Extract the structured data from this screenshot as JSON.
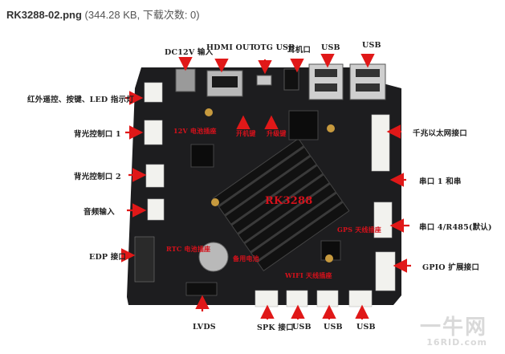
{
  "header": {
    "filename": "RK3288-02.png",
    "info": "(344.28 KB, 下载次数: 0)"
  },
  "board": {
    "chip_label": "RK3288",
    "labels": {
      "dc12v": "DC12V 输入",
      "hdmi_out": "HDMI OUT",
      "otg_usb": "OTG USB",
      "earphone": "耳机口",
      "usb_top_1": "USB",
      "usb_top_2": "USB",
      "ir_keys_led": "红外遥控、按键、LED 指示灯",
      "backlight_1": "背光控制口 1",
      "backlight_2": "背光控制口 2",
      "audio_in": "音频输入",
      "edp": "EDP 接口",
      "lvds": "LVDS",
      "spk": "SPK 接口",
      "usb_bottom_1": "USB",
      "usb_bottom_2": "USB",
      "usb_bottom_3": "USB",
      "gigabit_eth": "千兆以太网接口",
      "serial_1": "串口 1 和串",
      "serial_4": "串口 4/R485(默认)",
      "gpio": "GPIO 扩展接口",
      "power_key": "开机键",
      "reset_key": "升级键",
      "batt_conn": "12V 电池插座",
      "rtc": "RTC 电池插座",
      "battery": "备用电池",
      "gps": "GPS 天线插座",
      "wifi": "WIFI 天线插座"
    }
  },
  "watermark": {
    "main": "一牛网",
    "sub": "16RID.com"
  },
  "colors": {
    "pcb": "#1d1d1f",
    "label_red": "#d6111b",
    "arrow_red": "#e01818"
  }
}
